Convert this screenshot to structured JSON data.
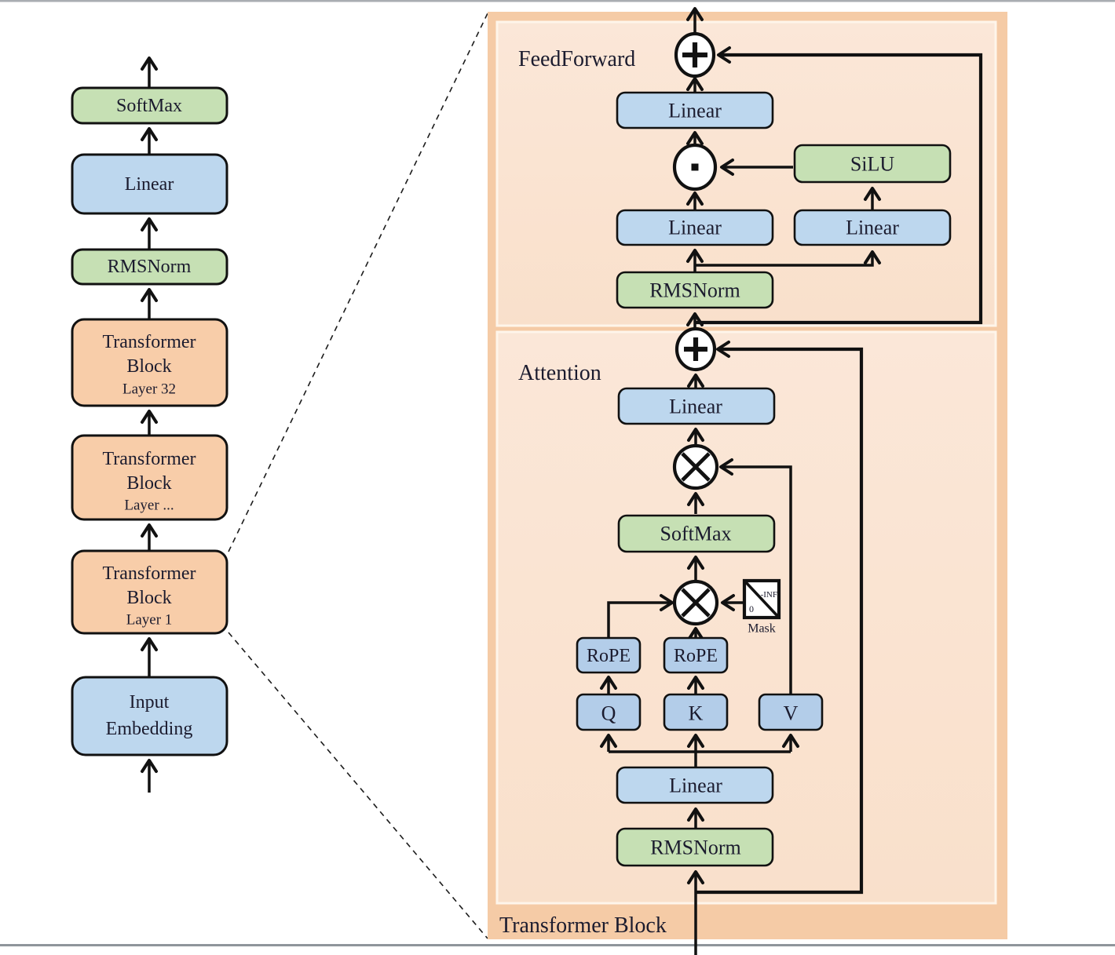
{
  "diagram_title": "LLaMA-style Transformer architecture diagram",
  "colors": {
    "panel_outer": "#f5cba6",
    "panel_inner": "#fae3d1",
    "box_blue": "#bdd7ee",
    "box_blue_small": "#b3cde9",
    "box_green": "#c6e0b4",
    "box_orange": "#f8cda9",
    "line": "#111111",
    "text": "#1b1b2e",
    "edge_top_gray": "#a9adb2",
    "edge_bottom_gray": "#8f959b"
  },
  "left_stack": {
    "softmax": "SoftMax",
    "linear": "Linear",
    "rmsnorm": "RMSNorm",
    "tb_top": {
      "l1": "Transformer",
      "l2": "Block",
      "l3": "Layer 32"
    },
    "tb_mid": {
      "l1": "Transformer",
      "l2": "Block",
      "l3": "Layer ..."
    },
    "tb_bot": {
      "l1": "Transformer",
      "l2": "Block",
      "l3": "Layer 1"
    },
    "embedding": {
      "l1": "Input",
      "l2": "Embedding"
    }
  },
  "right_panel": {
    "panel_label": "Transformer Block",
    "feedforward": {
      "label": "FeedForward",
      "linear_top": "Linear",
      "silu": "SiLU",
      "linear_left": "Linear",
      "linear_right": "Linear",
      "rmsnorm": "RMSNorm"
    },
    "attention": {
      "label": "Attention",
      "linear_out": "Linear",
      "softmax": "SoftMax",
      "rope_q": "RoPE",
      "rope_k": "RoPE",
      "q": "Q",
      "k": "K",
      "v": "V",
      "linear_qkv": "Linear",
      "rmsnorm": "RMSNorm",
      "mask": {
        "label": "Mask",
        "neg_inf": "-INF",
        "zero": "0"
      }
    }
  }
}
